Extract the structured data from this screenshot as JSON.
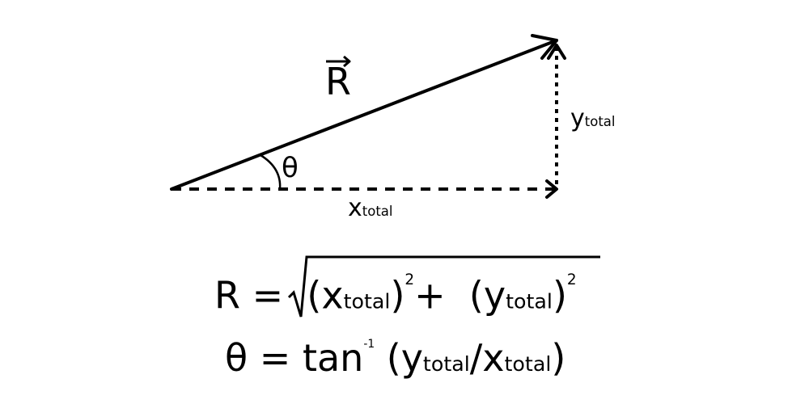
{
  "diagram": {
    "resultant_label": "R",
    "angle_label": "θ",
    "y_component_label": "y",
    "y_component_sub": "total",
    "x_component_label": "x",
    "x_component_sub": "total"
  },
  "equations": {
    "magnitude": {
      "lhs": "R",
      "equals": "=",
      "open_paren_1": "(",
      "x_var": "x",
      "x_sub": "total",
      "close_paren_1": ")",
      "exp_1": "2",
      "plus": "+",
      "open_paren_2": "(",
      "y_var": "y",
      "y_sub": "total",
      "close_paren_2": ")",
      "exp_2": "2"
    },
    "angle": {
      "lhs": "θ",
      "equals": "=",
      "func": "tan",
      "func_exp": "-1",
      "open_paren": "(",
      "y_var": "y",
      "y_sub": "total",
      "slash": "/",
      "x_var": "x",
      "x_sub": "total",
      "close_paren": ")"
    }
  }
}
